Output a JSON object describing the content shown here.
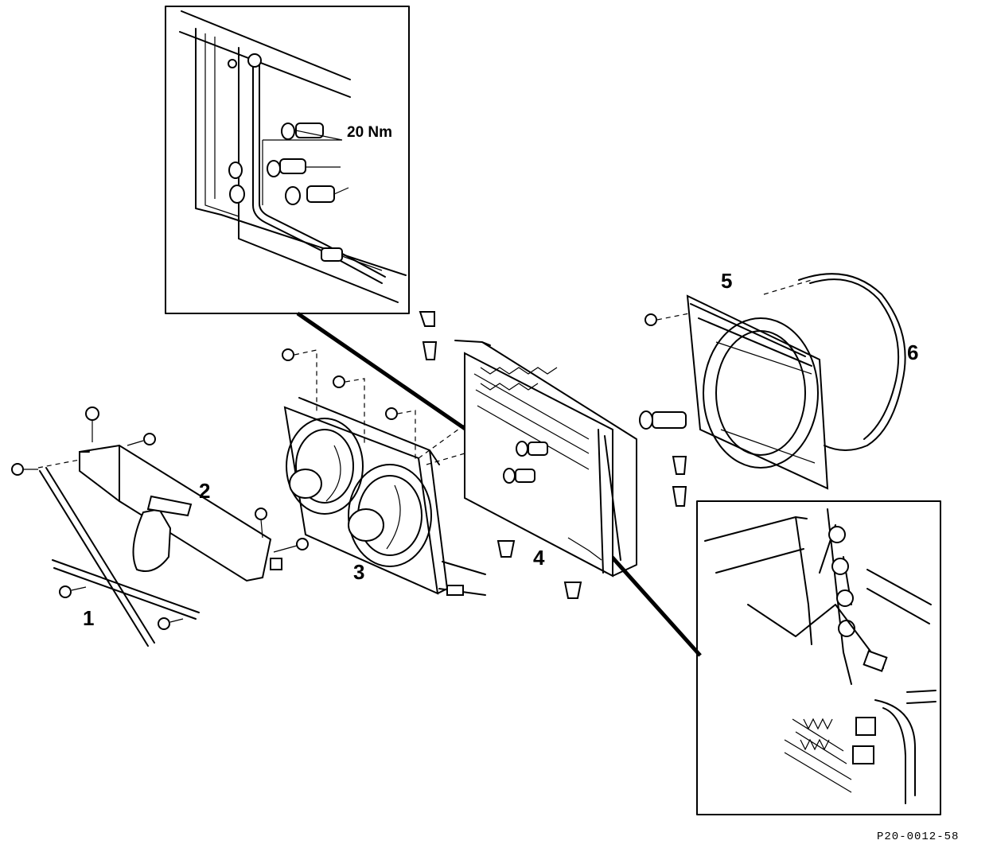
{
  "labels": {
    "part_1": "1",
    "part_2": "2",
    "part_3": "3",
    "part_4": "4",
    "part_5": "5",
    "part_6": "6",
    "torque": "20 Nm",
    "reference": "P20-0012-58"
  }
}
